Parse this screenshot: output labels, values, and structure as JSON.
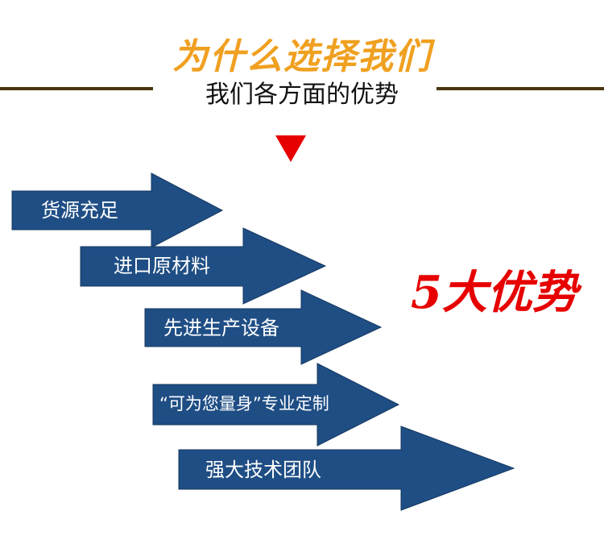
{
  "header": {
    "title": "为什么选择我们",
    "subtitle": "我们各方面的优势"
  },
  "colors": {
    "title_accent": "#f0a020",
    "divider": "#4a3510",
    "arrow_fill": "#1f4e85",
    "highlight": "#e60000"
  },
  "arrows": [
    {
      "label": "货源充足"
    },
    {
      "label": "进口原材料"
    },
    {
      "label": "先进生产设备"
    },
    {
      "label": "“可为您量身”专业定制"
    },
    {
      "label": "强大技术团队"
    }
  ],
  "highlight_text": "5大优势",
  "icons": {
    "marker": "down-triangle-icon"
  }
}
